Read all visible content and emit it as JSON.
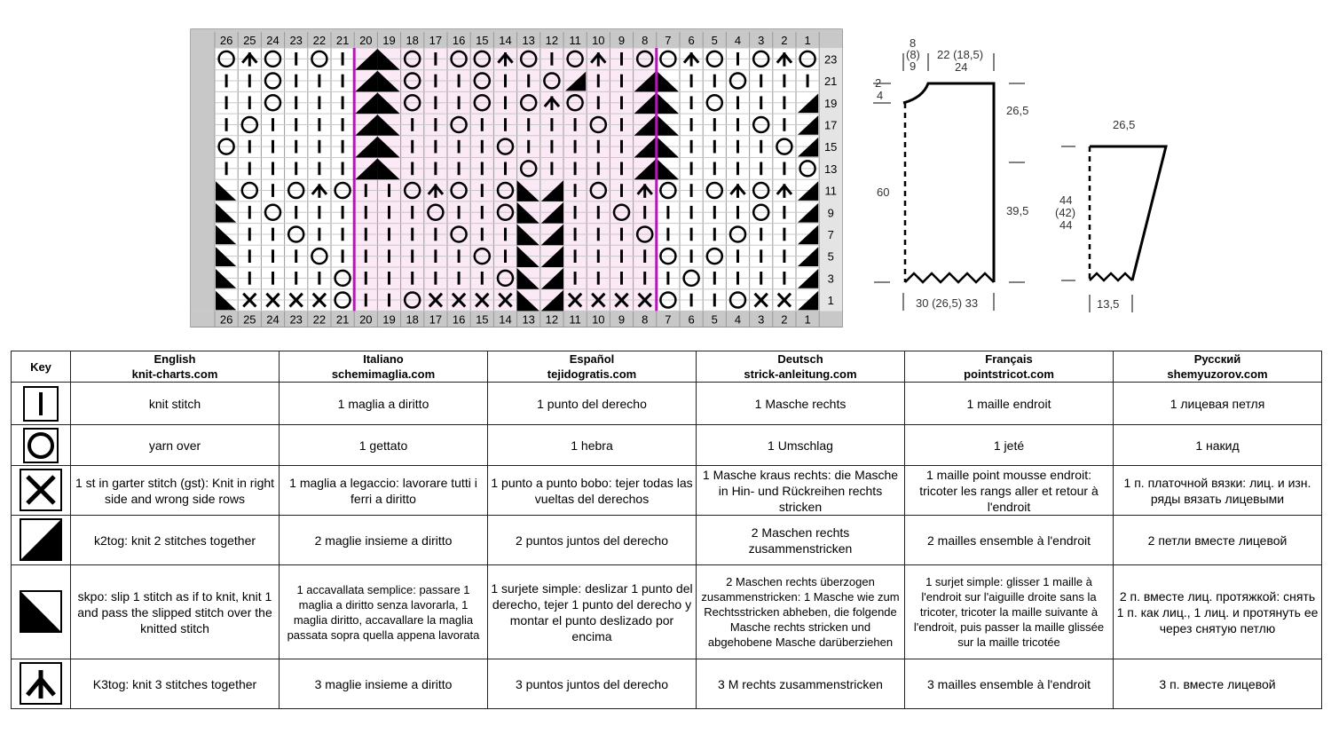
{
  "chart_data": {
    "type": "table",
    "col_labels": [
      "26",
      "25",
      "24",
      "23",
      "22",
      "21",
      "20",
      "19",
      "18",
      "17",
      "16",
      "15",
      "14",
      "13",
      "12",
      "11",
      "10",
      "9",
      "8",
      "7",
      "6",
      "5",
      "4",
      "3",
      "2",
      "1"
    ],
    "row_labels_right": [
      "23",
      "21",
      "19",
      "17",
      "15",
      "13",
      "11",
      "9",
      "7",
      "5",
      "3",
      "1"
    ],
    "rows": [
      "OKOIOIAAOIOOKOIOKIOOKOIOKO",
      "IIOIIIAAOIIOIIOSIIAAIIOIII",
      "IIOIIIAAOIIOIOKOIIAAIOIIIS",
      "IOIIIIAAIIOIIIIIOIAAIIIOIS",
      "OIIIIIAAIIIIOIIIIIAAIIIIOS",
      "IIIIIIAAIIIIIOIIIIAAIIIIIO",
      "ZOIOKOIIOKOIOLLIOIKOIOKOKS",
      "ZIOIIIIIIOIIOLLIIOIIIIIOIS",
      "ZIIOIIIIIIOIILLIIIOIIIOIIS",
      "ZIIIOIIIIIIOILLIIIIOIOIIIS",
      "ZIIIIOIIIIIIOLLIIIIIOIIIIS",
      "ZXXXXOIIOXXXXLLXXXXOIIOXXS"
    ],
    "lines_after_col": [
      "21",
      "8"
    ],
    "colors": {
      "highlight": "#fbe9f6",
      "purple_line": "#b01ab0",
      "header_bg": "#c8c8c8"
    }
  },
  "schematic": {
    "body": {
      "neck_width_label": [
        "8",
        "(8)",
        "9"
      ],
      "shoulder_width_label": [
        "22 (18,5)",
        "24"
      ],
      "neck_drop_label": [
        "2",
        "4"
      ],
      "top_length_label": "26,5",
      "total_length_label": "60",
      "lower_length_label": "39,5",
      "bottom_width_label": "30 (26,5) 33"
    },
    "sleeve": {
      "top_width_label": "26,5",
      "length_label": [
        "44",
        "(42)",
        "44"
      ],
      "cuff_width_label": "13,5"
    }
  },
  "legend": {
    "headers": [
      {
        "lang": "Key",
        "site": ""
      },
      {
        "lang": "English",
        "site": "knit-charts.com"
      },
      {
        "lang": "Italiano",
        "site": "schemimaglia.com"
      },
      {
        "lang": "Español",
        "site": "tejidogratis.com"
      },
      {
        "lang": "Deutsch",
        "site": "strick-anleitung.com"
      },
      {
        "lang": "Français",
        "site": "pointstricot.com"
      },
      {
        "lang": "Русский",
        "site": "shemyuzorov.com"
      }
    ],
    "rows": [
      {
        "symbol": "knit-icon",
        "cells": [
          "knit stitch",
          "1 maglia a diritto",
          "1 punto del derecho",
          "1 Masche rechts",
          "1 maille endroit",
          "1 лицевая петля"
        ]
      },
      {
        "symbol": "yarn-over-icon",
        "cells": [
          "yarn over",
          "1 gettato",
          "1 hebra",
          "1 Umschlag",
          "1 jeté",
          "1 накид"
        ]
      },
      {
        "symbol": "garter-icon",
        "cells": [
          "1 st in garter stitch (gst): Knit in right side and wrong side rows",
          "1 maglia a legaccio: lavorare tutti i ferri a diritto",
          "1 punto a punto bobo: tejer todas las vueltas del derechos",
          "1 Masche kraus rechts: die Masche in Hin- und Rückreihen rechts stricken",
          "1 maille point mousse endroit: tricoter les rangs aller et retour à l'endroit",
          "1 п. платочной вязки: лиц. и изн. ряды вязать лицевыми"
        ]
      },
      {
        "symbol": "k2tog-icon",
        "cells": [
          "k2tog: knit 2 stitches together",
          "2 maglie insieme a diritto",
          "2 puntos juntos del derecho",
          "2 Maschen rechts zusammenstricken",
          "2 mailles ensemble à l'endroit",
          "2 петли вместе лицевой"
        ]
      },
      {
        "symbol": "skpo-icon",
        "cells": [
          "skpo: slip 1 stitch as if to knit, knit 1 and pass the slipped stitch over the knitted stitch",
          "1 accavallata semplice: passare 1 maglia a diritto senza lavorarla, 1 maglia diritto, accavallare la maglia passata sopra quella appena lavorata",
          "1 surjete simple: deslizar 1 punto del derecho, tejer 1 punto del derecho y montar el punto deslizado por encima",
          "2 Maschen rechts überzogen zusammenstricken: 1 Masche wie zum Rechtsstricken abheben, die folgende Masche rechts stricken und abgehobene Masche darüberziehen",
          "1 surjet simple: glisser 1 maille à l'endroit sur l'aiguille droite sans la tricoter, tricoter la maille suivante à l'endroit, puis passer la maille glissée sur la maille tricotée",
          "2 п. вместе лиц. протяжкой: снять 1 п. как лиц., 1 лиц. и протянуть ее через снятую петлю"
        ]
      },
      {
        "symbol": "k3tog-icon",
        "cells": [
          "K3tog: knit 3 stitches together",
          "3 maglie insieme a diritto",
          "3 puntos juntos del derecho",
          "3 M rechts zusammenstricken",
          "3 mailles ensemble à l'endroit",
          "3 п. вместе лицевой"
        ]
      }
    ]
  }
}
